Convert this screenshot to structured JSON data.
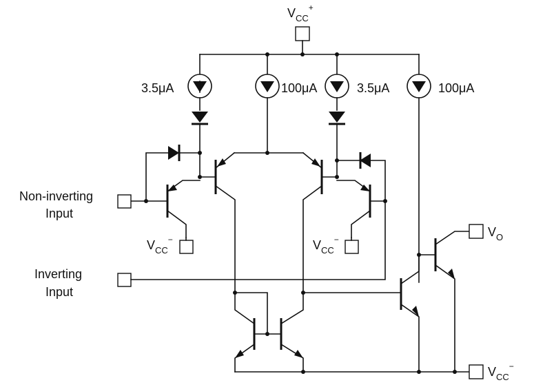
{
  "labels": {
    "vcc_pos": {
      "main": "V",
      "sub": "CC",
      "sup": "+"
    },
    "vcc_neg": {
      "main": "V",
      "sub": "CC",
      "sup": "−"
    },
    "vo": {
      "main": "V",
      "sub": "O"
    },
    "src1": "3.5μA",
    "src2": "100μA",
    "src3": "3.5μA",
    "src4": "100μA",
    "noninv_line1": "Non-inverting",
    "noninv_line2": "Input",
    "inv_line1": "Inverting",
    "inv_line2": "Input"
  },
  "colors": {
    "ink": "#111111",
    "background": "#ffffff"
  }
}
